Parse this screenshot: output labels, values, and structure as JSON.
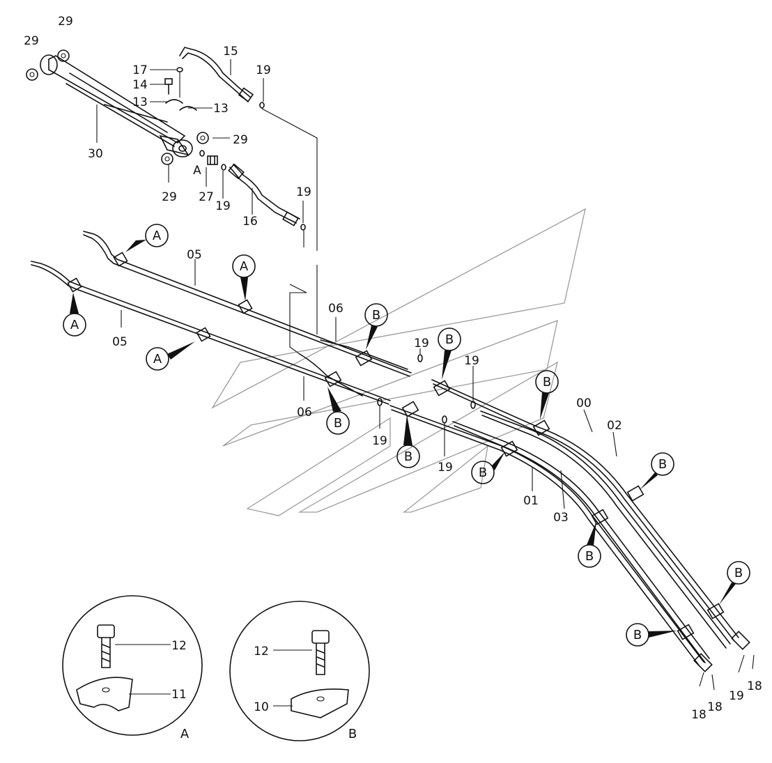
{
  "labels": {
    "l29a": "29",
    "l29b": "29",
    "l29c": "29",
    "l29d": "29",
    "l30": "30",
    "l17": "17",
    "l14": "14",
    "l13a": "13",
    "l13b": "13",
    "l15": "15",
    "l19a": "19",
    "l19b": "19",
    "l19c": "19",
    "l27": "27",
    "lA_fit": "A",
    "l16": "16",
    "l05a": "05",
    "l05b": "05",
    "l06a": "06",
    "l06b": "06",
    "l19d": "19",
    "l19e": "19",
    "l19f": "19",
    "l19g": "19",
    "l00": "00",
    "l02": "02",
    "l01": "01",
    "l03": "03",
    "l18a": "18",
    "l18b": "18",
    "l18c": "18",
    "l19h": "19",
    "l12a": "12",
    "l11": "11",
    "l12b": "12",
    "l10": "10"
  },
  "callouts": {
    "A1": "A",
    "A2": "A",
    "A3": "A",
    "A4": "A",
    "B1": "B",
    "B2": "B",
    "B3": "B",
    "B4": "B",
    "B5": "B",
    "B6": "B",
    "B7": "B",
    "B8": "B",
    "B9": "B",
    "B10": "B"
  },
  "details": {
    "detail_a_caption": "A",
    "detail_b_caption": "B"
  }
}
